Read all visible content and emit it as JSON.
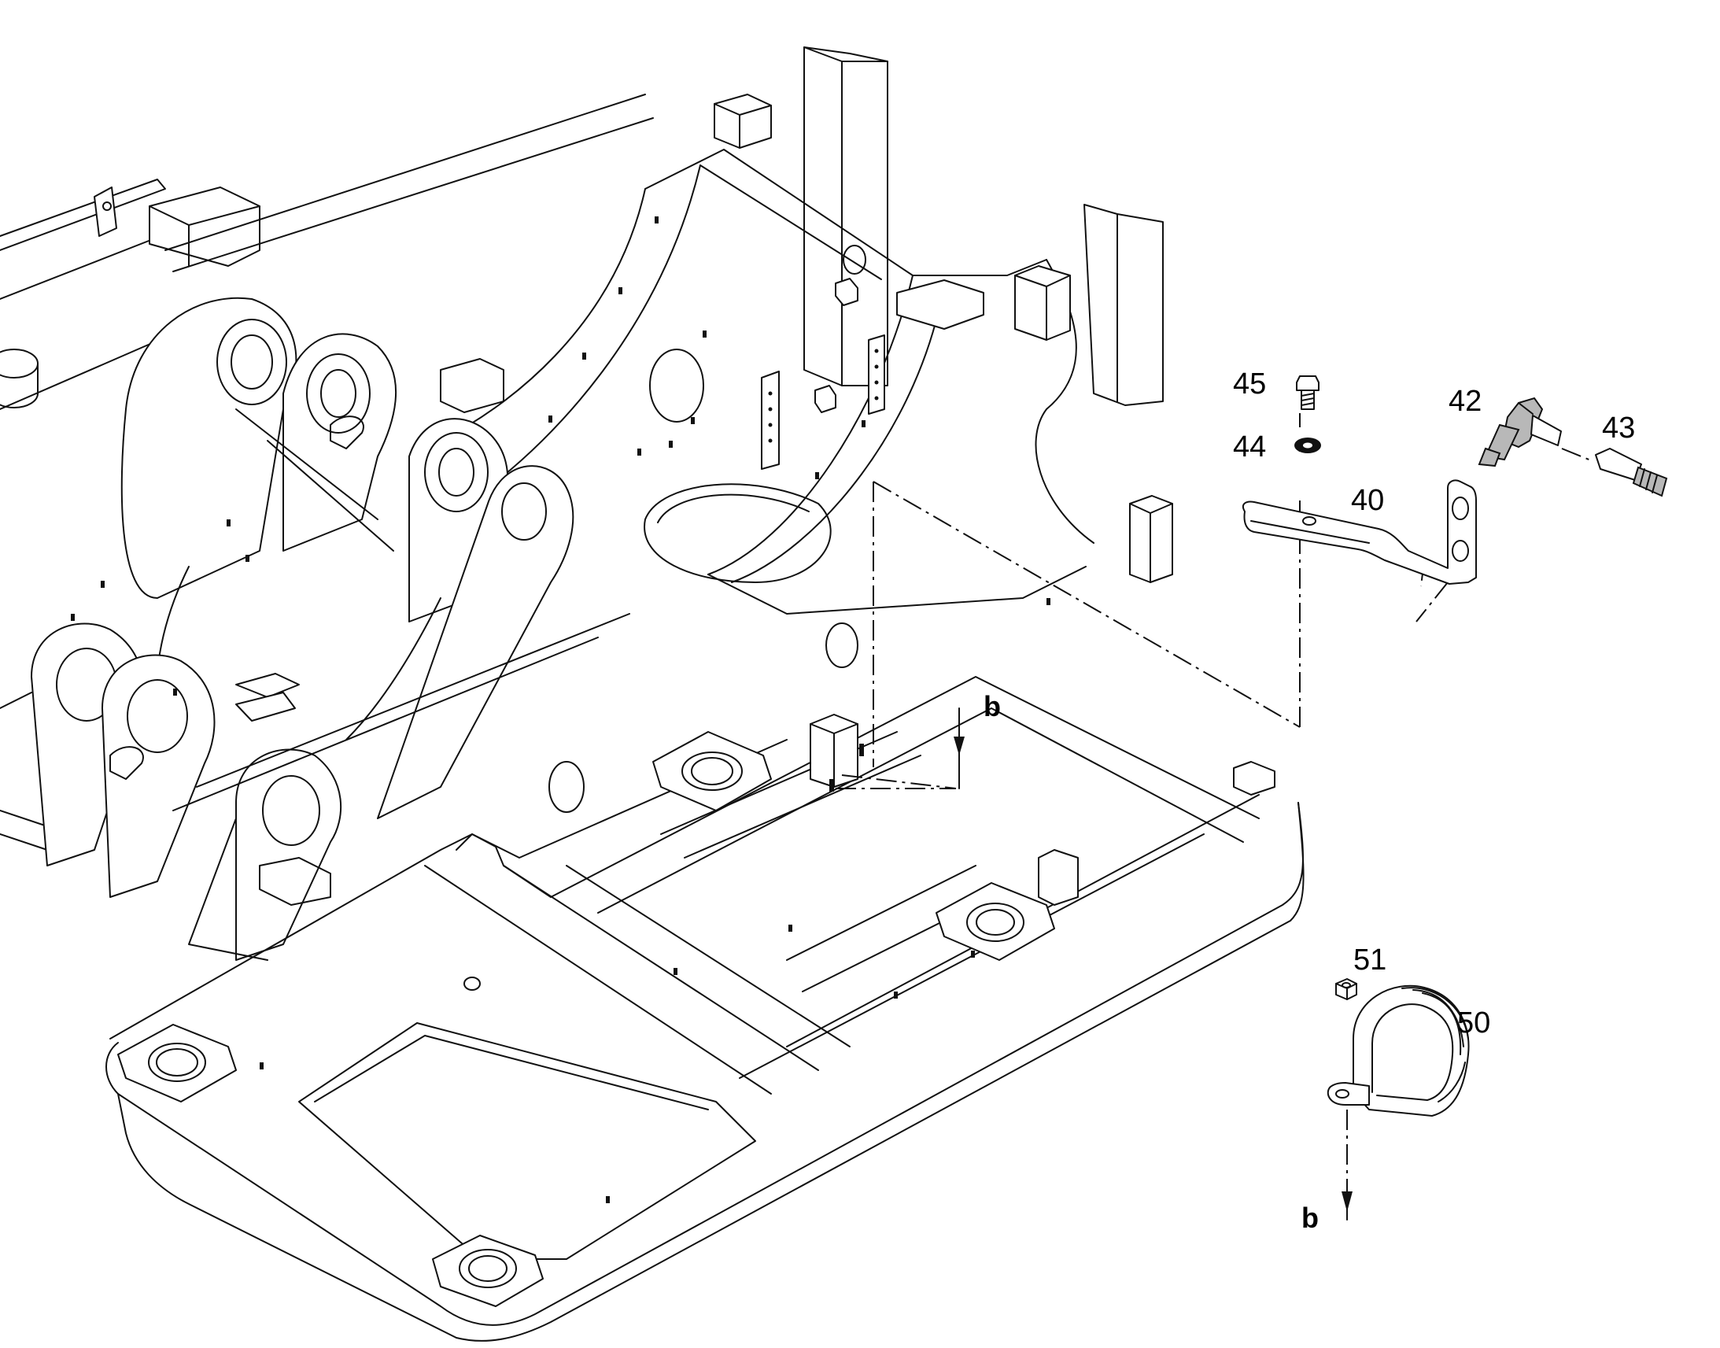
{
  "callouts": {
    "p40": "40",
    "p42": "42",
    "p43": "43",
    "p44": "44",
    "p45": "45",
    "p50": "50",
    "p51": "51"
  },
  "reference": {
    "upper": "b",
    "lower": "b"
  },
  "colors": {
    "line": "#111111",
    "background": "#ffffff"
  }
}
